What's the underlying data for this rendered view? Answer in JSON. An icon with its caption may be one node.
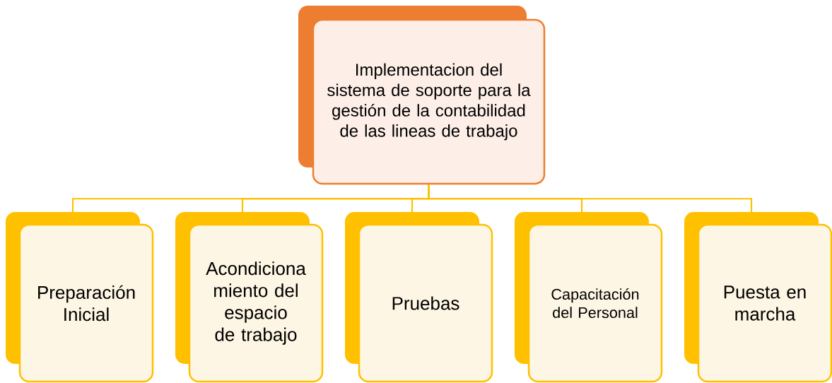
{
  "diagram": {
    "nodes": [
      {
        "text": [
          "Implementacion del sistema de soporte para la gestión de la contabilidad de las lineas de trabajo"
        ]
      },
      {
        "text": [
          "Preparación Inicial"
        ]
      },
      {
        "text": [
          "Acondiciona miento del espacio de trabajo"
        ]
      },
      {
        "text": [
          "Pruebas"
        ]
      },
      {
        "text": [
          "Capacitación del Personal"
        ]
      },
      {
        "text": [
          "Puesta en marcha"
        ]
      }
    ],
    "edges": [
      {
        "from": 0,
        "to": 1,
        "arrow": "none"
      },
      {
        "from": 0,
        "to": 2,
        "arrow": "none"
      },
      {
        "from": 0,
        "to": 3,
        "arrow": "none"
      },
      {
        "from": 0,
        "to": 4,
        "arrow": "none"
      },
      {
        "from": 0,
        "to": 5,
        "arrow": "none"
      }
    ]
  }
}
